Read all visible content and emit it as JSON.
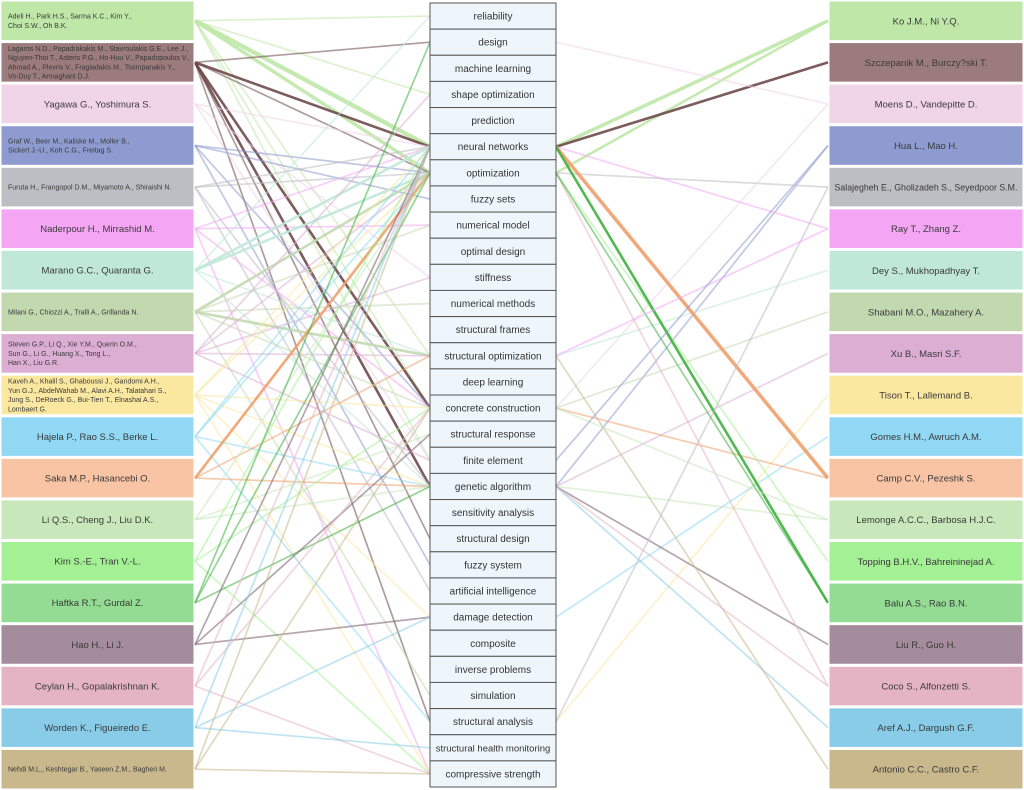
{
  "left_authors": [
    {
      "label": "Adeli H.,  Park H.S.,  Sarma K.C.,  Kim Y.,  Choi S.W.,  Oh B.K.",
      "color": "#bfe8a8",
      "lines": [
        "Adeli H.,  Park H.S.,  Sarma K.C.,  Kim Y.,",
        "Choi S.W.,  Oh B.K."
      ]
    },
    {
      "label": "Lagaros N.D.,  Papadrakakis M.,  Stavroulakis G.E.,  Lee J.,  Nguyen-Thoi T.,  Asteris P.G.,  Ho-Huu V.,  Papadopoulos V.,  Ahmad A.,  Plevris V.,  Fragiadakis M.,  Tsompanakis Y.,  Vo-Duy T.,  Armaghani D.J.",
      "color": "#9b7b7b",
      "lines": [
        "Lagaros N.D.,  Papadrakakis M.,  Stavroulakis G.E.,  Lee J.,",
        "Nguyen-Thoi T.,  Asteris P.G.,  Ho-Huu V.,  Papadopoulos V.,",
        "Ahmad A.,  Plevris V.,  Fragiadakis M.,  Tsompanakis Y.,",
        "Vo-Duy T.,  Armaghani D.J."
      ]
    },
    {
      "label": "Yagawa G.,  Yoshimura S.",
      "color": "#f0d4e8",
      "lines": [
        "Yagawa G.,  Yoshimura S."
      ]
    },
    {
      "label": "Graf W.,  Beer M.,  Kaliske M.,  Moller B.,  Sickert J.-U.,  Koh C.G.,  Freitag S.",
      "color": "#8e9bd0",
      "lines": [
        "Graf W.,  Beer M.,  Kaliske M.,  Moller B.,",
        "Sickert J.-U.,  Koh C.G.,  Freitag S."
      ]
    },
    {
      "label": "Furuta H.,  Frangopol D.M.,  Miyamoto A.,  Shiraishi N.",
      "color": "#bdbdc4",
      "lines": [
        "Furuta H.,  Frangopol D.M.,  Miyamoto A.,  Shiraishi N."
      ]
    },
    {
      "label": "Naderpour H.,  Mirrashid M.",
      "color": "#f4a6f4",
      "lines": [
        "Naderpour H.,  Mirrashid M."
      ]
    },
    {
      "label": "Marano G.C.,  Quaranta G.",
      "color": "#c0e8d8",
      "lines": [
        "Marano G.C.,  Quaranta G."
      ]
    },
    {
      "label": "Milani G.,  Chiozzi A.,  Tralli A.,  Grillanda N.",
      "color": "#c2d9b0",
      "lines": [
        "Milani G.,  Chiozzi A.,  Tralli A.,  Grillanda N."
      ]
    },
    {
      "label": "Steven G.P.,  Li Q.,  Xie Y.M.,  Querin O.M.,  Sun G.,  Li G.,  Huang X.,  Tong L.,  Han X.,  Liu G.R.",
      "color": "#dcaed4",
      "lines": [
        "Steven G.P.,  Li Q.,  Xie Y.M.,  Querin O.M.,",
        "Sun G.,  Li G.,  Huang X.,  Tong L.,",
        "Han X.,  Liu G.R."
      ]
    },
    {
      "label": "Kaveh A.,  Khalil S.,  Ghaboussi J.,  Gandomi A.H.,  Yun G.J.,  AbdelWahab M.,  Alavi A.H.,  Talatahari S.,  Jung S.,  DeRoeck G.,  Bui-Tien T.,  Elnashai A.S.,  Lombaert G.",
      "color": "#fbe8a0",
      "lines": [
        "Kaveh A.,  Khalil S.,  Ghaboussi J.,  Gandomi A.H.,",
        "Yun G.J.,  AbdelWahab M.,  Alavi A.H.,  Talatahari S.,",
        "Jung S.,  DeRoeck G.,  Bui-Tien T.,  Elnashai A.S.,",
        "Lombaert G."
      ]
    },
    {
      "label": "Hajela P.,  Rao S.S.,  Berke L.",
      "color": "#90d8f4",
      "lines": [
        "Hajela P.,  Rao S.S.,  Berke L."
      ]
    },
    {
      "label": "Saka M.P.,  Hasancebi O.",
      "color": "#f8c4a4",
      "lines": [
        "Saka M.P.,  Hasancebi O."
      ]
    },
    {
      "label": "Li Q.S.,  Cheng J.,  Liu D.K.",
      "color": "#c8e8bc",
      "lines": [
        "Li Q.S.,  Cheng J.,  Liu D.K."
      ]
    },
    {
      "label": "Kim S.-E.,  Tran V.-L.",
      "color": "#a4f094",
      "lines": [
        "Kim S.-E.,  Tran V.-L."
      ]
    },
    {
      "label": "Haftka R.T.,  Gurdal Z.",
      "color": "#94dc94",
      "lines": [
        "Haftka R.T.,  Gurdal Z."
      ]
    },
    {
      "label": "Hao H.,  Li J.",
      "color": "#a48c9c",
      "lines": [
        "Hao H.,  Li J."
      ]
    },
    {
      "label": "Ceylan H.,  Gopalakrishnan K.",
      "color": "#e4b4c4",
      "lines": [
        "Ceylan H.,  Gopalakrishnan K."
      ]
    },
    {
      "label": "Worden K.,  Figueiredo E.",
      "color": "#88cce8",
      "lines": [
        "Worden K.,  Figueiredo E."
      ]
    },
    {
      "label": "Nehdi M.L.,  Keshtegar B.,  Yaseen Z.M.,  Bagheri M.",
      "color": "#c8b88c",
      "lines": [
        "Nehdi M.L.,  Keshtegar B.,  Yaseen Z.M.,  Bagheri M."
      ]
    }
  ],
  "keywords": [
    "reliability",
    "design",
    "machine learning",
    "shape optimization",
    "prediction",
    "neural networks",
    "optimization",
    "fuzzy sets",
    "numerical model",
    "optimal design",
    "stiffness",
    "numerical methods",
    "structural frames",
    "structural optimization",
    "deep learning",
    "concrete construction",
    "structural response",
    "finite element",
    "genetic algorithm",
    "sensitivity analysis",
    "structural design",
    "fuzzy system",
    "artificial intelligence",
    "damage detection",
    "composite",
    "inverse problems",
    "simulation",
    "structural analysis",
    "structural health monitoring",
    "compressive strength"
  ],
  "right_authors": [
    {
      "label": "Ko J.M.,  Ni Y.Q.",
      "color": "#bfe8a8"
    },
    {
      "label": "Szczepanik M.,  Burczy?ski T.",
      "color": "#9b7b7b"
    },
    {
      "label": "Moens D.,  Vandepitte D.",
      "color": "#f0d4e8"
    },
    {
      "label": "Hua L.,  Mao H.",
      "color": "#8e9bd0"
    },
    {
      "label": "Salajegheh E.,  Gholizadeh S.,  Seyedpoor S.M.",
      "color": "#bdbdc4"
    },
    {
      "label": "Ray T.,  Zhang Z.",
      "color": "#f4a6f4"
    },
    {
      "label": "Dey S.,  Mukhopadhyay T.",
      "color": "#c0e8d8"
    },
    {
      "label": "Shabani M.O.,  Mazahery A.",
      "color": "#c2d9b0"
    },
    {
      "label": "Xu B.,  Masri S.F.",
      "color": "#dcaed4"
    },
    {
      "label": "Tison T.,  Lallemand B.",
      "color": "#fbe8a0"
    },
    {
      "label": "Gomes H.M.,  Awruch A.M.",
      "color": "#90d8f4"
    },
    {
      "label": "Camp C.V.,  Pezeshk S.",
      "color": "#f8c4a4"
    },
    {
      "label": "Lemonge A.C.C.,  Barbosa H.J.C.",
      "color": "#c8e8bc"
    },
    {
      "label": "Topping B.H.V.,  Bahreininejad A.",
      "color": "#a4f094"
    },
    {
      "label": "Balu A.S.,  Rao B.N.",
      "color": "#94dc94"
    },
    {
      "label": "Liu R.,  Guo H.",
      "color": "#a48c9c"
    },
    {
      "label": "Coco S.,  Alfonzetti S.",
      "color": "#e4b4c4"
    },
    {
      "label": "Aref A.J.,  Dargush G.F.",
      "color": "#88cce8"
    },
    {
      "label": "Antonio C.C.,  Castro C.F.",
      "color": "#c8b88c"
    }
  ],
  "links_left": [
    [
      0,
      5,
      4
    ],
    [
      0,
      6,
      3
    ],
    [
      0,
      0,
      1
    ],
    [
      0,
      13,
      1
    ],
    [
      0,
      17,
      1
    ],
    [
      0,
      15,
      1
    ],
    [
      0,
      3,
      1
    ],
    [
      1,
      5,
      2
    ],
    [
      1,
      15,
      2
    ],
    [
      1,
      18,
      2
    ],
    [
      1,
      20,
      1
    ],
    [
      1,
      27,
      1
    ],
    [
      1,
      6,
      1
    ],
    [
      1,
      1,
      1
    ],
    [
      2,
      5,
      1
    ],
    [
      2,
      17,
      1
    ],
    [
      2,
      10,
      1
    ],
    [
      3,
      6,
      1
    ],
    [
      3,
      7,
      1
    ],
    [
      3,
      21,
      1
    ],
    [
      3,
      15,
      1
    ],
    [
      4,
      6,
      1
    ],
    [
      4,
      18,
      1
    ],
    [
      4,
      5,
      1
    ],
    [
      4,
      22,
      1
    ],
    [
      5,
      5,
      1
    ],
    [
      5,
      15,
      1
    ],
    [
      5,
      29,
      1
    ],
    [
      5,
      8,
      1
    ],
    [
      6,
      6,
      2
    ],
    [
      6,
      5,
      2
    ],
    [
      6,
      13,
      1
    ],
    [
      6,
      18,
      1
    ],
    [
      6,
      0,
      1
    ],
    [
      7,
      6,
      2
    ],
    [
      7,
      13,
      2
    ],
    [
      7,
      15,
      1
    ],
    [
      7,
      8,
      1
    ],
    [
      7,
      11,
      1
    ],
    [
      7,
      26,
      1
    ],
    [
      8,
      3,
      1
    ],
    [
      8,
      6,
      1
    ],
    [
      8,
      13,
      1
    ],
    [
      8,
      17,
      1
    ],
    [
      8,
      10,
      1
    ],
    [
      9,
      5,
      1
    ],
    [
      9,
      6,
      1
    ],
    [
      9,
      15,
      1
    ],
    [
      9,
      18,
      1
    ],
    [
      9,
      23,
      1
    ],
    [
      9,
      29,
      1
    ],
    [
      10,
      5,
      1
    ],
    [
      10,
      18,
      1
    ],
    [
      10,
      6,
      1
    ],
    [
      10,
      27,
      1
    ],
    [
      11,
      6,
      2
    ],
    [
      11,
      18,
      1
    ],
    [
      11,
      13,
      1
    ],
    [
      12,
      16,
      1
    ],
    [
      12,
      6,
      1
    ],
    [
      12,
      18,
      1
    ],
    [
      13,
      5,
      1
    ],
    [
      13,
      15,
      1
    ],
    [
      13,
      29,
      1
    ],
    [
      14,
      6,
      1
    ],
    [
      14,
      18,
      1
    ],
    [
      14,
      1,
      1
    ],
    [
      15,
      23,
      1
    ],
    [
      15,
      16,
      1
    ],
    [
      15,
      5,
      1
    ],
    [
      16,
      5,
      1
    ],
    [
      16,
      29,
      1
    ],
    [
      16,
      15,
      1
    ],
    [
      17,
      23,
      1
    ],
    [
      17,
      28,
      1
    ],
    [
      17,
      5,
      1
    ],
    [
      18,
      29,
      1
    ],
    [
      18,
      5,
      1
    ],
    [
      18,
      15,
      1
    ]
  ],
  "links_right": [
    [
      5,
      0,
      3
    ],
    [
      6,
      0,
      2
    ],
    [
      5,
      1,
      2
    ],
    [
      15,
      2,
      1
    ],
    [
      18,
      3,
      1
    ],
    [
      5,
      5,
      1
    ],
    [
      6,
      4,
      1
    ],
    [
      13,
      6,
      1
    ],
    [
      15,
      7,
      1
    ],
    [
      18,
      8,
      1
    ],
    [
      27,
      9,
      1
    ],
    [
      23,
      10,
      1
    ],
    [
      5,
      11,
      3
    ],
    [
      15,
      11,
      1
    ],
    [
      18,
      12,
      1
    ],
    [
      6,
      13,
      1
    ],
    [
      5,
      14,
      2
    ],
    [
      18,
      15,
      1
    ],
    [
      6,
      16,
      1
    ],
    [
      18,
      17,
      1
    ],
    [
      13,
      18,
      1
    ],
    [
      27,
      4,
      1
    ],
    [
      18,
      16,
      1
    ],
    [
      15,
      12,
      1
    ],
    [
      6,
      14,
      1
    ],
    [
      13,
      5,
      1
    ],
    [
      17,
      3,
      1
    ],
    [
      1,
      2,
      1
    ]
  ]
}
